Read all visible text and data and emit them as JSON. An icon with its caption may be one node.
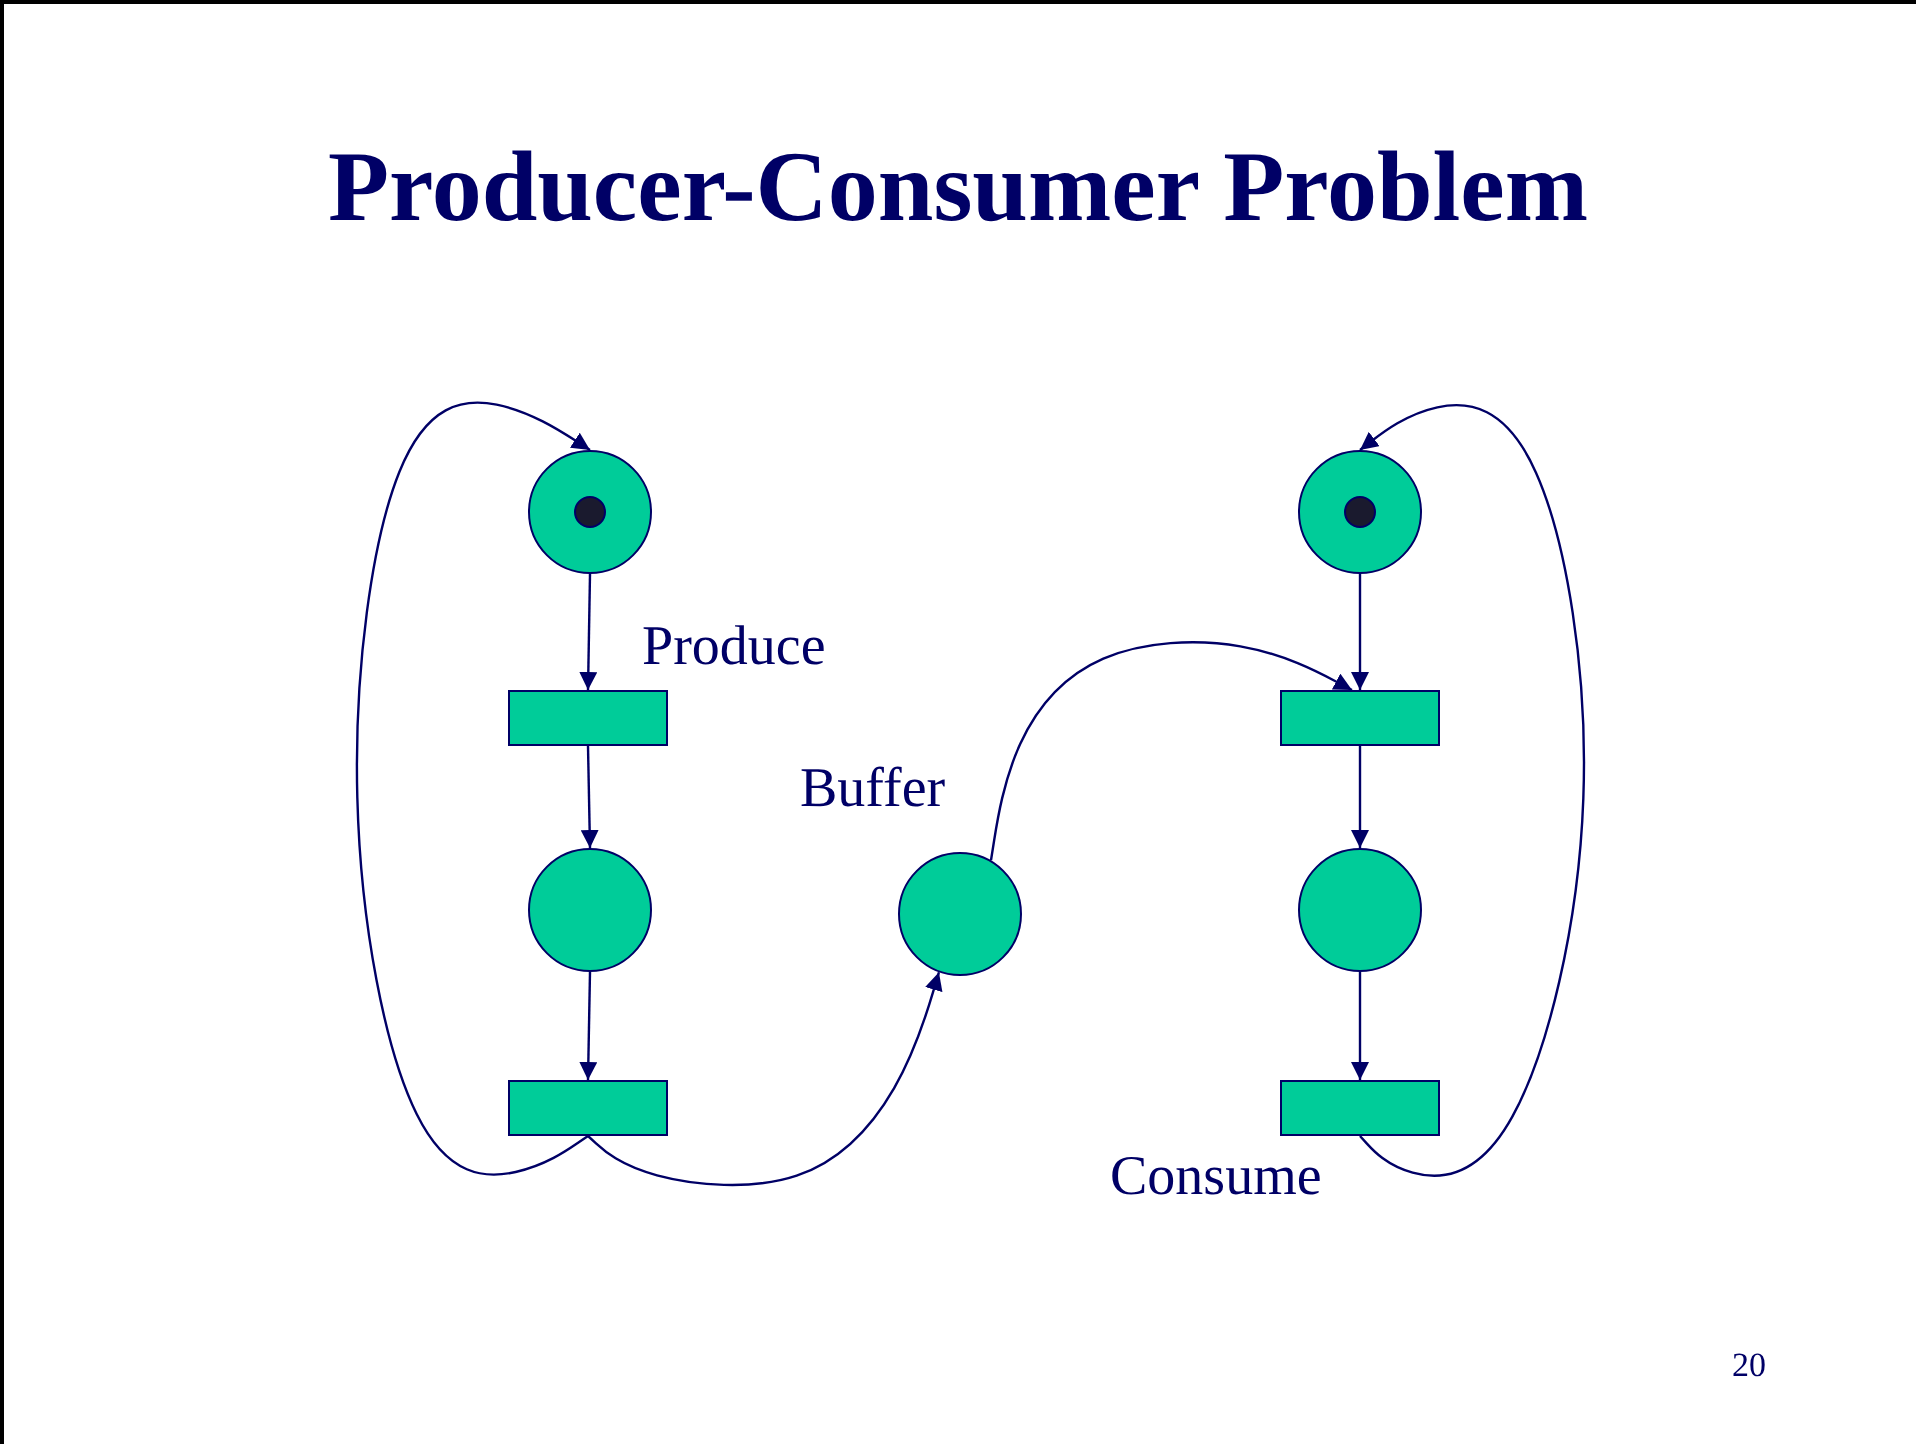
{
  "diagram": {
    "title": "Producer-Consumer Problem",
    "nodes": [
      {
        "text": [],
        "shape": "circle"
      },
      {
        "text": [],
        "shape": "circle",
        "in": 0
      },
      {
        "text": [],
        "shape": "bar",
        "beside": [
          "Produce"
        ]
      },
      {
        "text": [],
        "shape": "circle"
      },
      {
        "text": [],
        "shape": "bar"
      },
      {
        "text": [],
        "shape": "circle",
        "beside": [
          "Buffer"
        ]
      },
      {
        "text": [],
        "shape": "circle"
      },
      {
        "text": [],
        "shape": "circle",
        "in": 6
      },
      {
        "text": [],
        "shape": "bar"
      },
      {
        "text": [],
        "shape": "circle"
      },
      {
        "text": [],
        "shape": "bar",
        "beside": [
          "Consume"
        ]
      }
    ],
    "edges": [
      {
        "from": 0,
        "to": 2,
        "arrow": "to"
      },
      {
        "from": 2,
        "to": 3,
        "arrow": "to"
      },
      {
        "from": 3,
        "to": 4,
        "arrow": "to"
      },
      {
        "from": 4,
        "to": 0,
        "arrow": "to"
      },
      {
        "from": 4,
        "to": 5,
        "arrow": "to"
      },
      {
        "from": 5,
        "to": 8,
        "arrow": "to"
      },
      {
        "from": 6,
        "to": 8,
        "arrow": "to"
      },
      {
        "from": 8,
        "to": 9,
        "arrow": "to"
      },
      {
        "from": 9,
        "to": 10,
        "arrow": "to"
      },
      {
        "from": 10,
        "to": 6,
        "arrow": "to"
      }
    ],
    "labels": [
      "20"
    ]
  }
}
